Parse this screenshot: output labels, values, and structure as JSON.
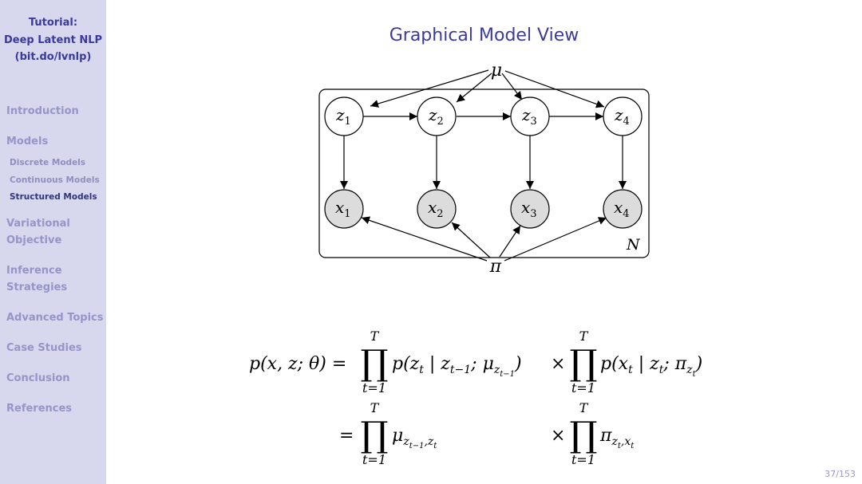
{
  "sidebar": {
    "title_lines": [
      "Tutorial:",
      "Deep Latent NLP",
      "(bit.do/lvnlp)"
    ],
    "nav": {
      "introduction": "Introduction",
      "models": "Models",
      "discrete_models": "Discrete Models",
      "continuous_models": "Continuous Models",
      "structured_models": "Structured Models",
      "variational_objective": [
        "Variational",
        "Objective"
      ],
      "inference_strategies": [
        "Inference",
        "Strategies"
      ],
      "advanced_topics": "Advanced Topics",
      "case_studies": "Case Studies",
      "conclusion": "Conclusion",
      "references": "References"
    }
  },
  "slide": {
    "title": "Graphical Model View",
    "slide_number": "37/153"
  },
  "diagram": {
    "mu_label": "μ",
    "pi_label": "π",
    "plate_label": "N",
    "latent_nodes": [
      {
        "base": "z",
        "sub": "1"
      },
      {
        "base": "z",
        "sub": "2"
      },
      {
        "base": "z",
        "sub": "3"
      },
      {
        "base": "z",
        "sub": "4"
      }
    ],
    "observed_nodes": [
      {
        "base": "x",
        "sub": "1"
      },
      {
        "base": "x",
        "sub": "2"
      },
      {
        "base": "x",
        "sub": "3"
      },
      {
        "base": "x",
        "sub": "4"
      }
    ]
  },
  "equation": {
    "line1_lhs": "p(x, z;  θ) =",
    "prod_upper": "T",
    "prod_lower": "t=1",
    "prod_symbol": "∏",
    "term1_a": "p(z",
    "term1_a_sub": "t",
    "term1_b": " | z",
    "term1_b_sub": "t−1",
    "term1_c": ";  μ",
    "term1_c_sub": "z",
    "term1_c_subsub": "t−1",
    "term1_d": ")",
    "times": "×",
    "term2_a": "p(x",
    "term2_a_sub": "t",
    "term2_b": " | z",
    "term2_b_sub": "t",
    "term2_c": ";  π",
    "term2_c_sub": "z",
    "term2_c_subsub": "t",
    "term2_d": ")",
    "line2_eq": "=",
    "line2_term1": "μ",
    "line2_term1_sub": "z",
    "line2_term1_subsub": "t−1",
    "line2_term1_sub2": ",z",
    "line2_term1_subsub2": "t",
    "line2_term2": "π",
    "line2_term2_sub": "z",
    "line2_term2_subsub": "t",
    "line2_term2_sub2": ",x",
    "line2_term2_subsub2": "t"
  }
}
